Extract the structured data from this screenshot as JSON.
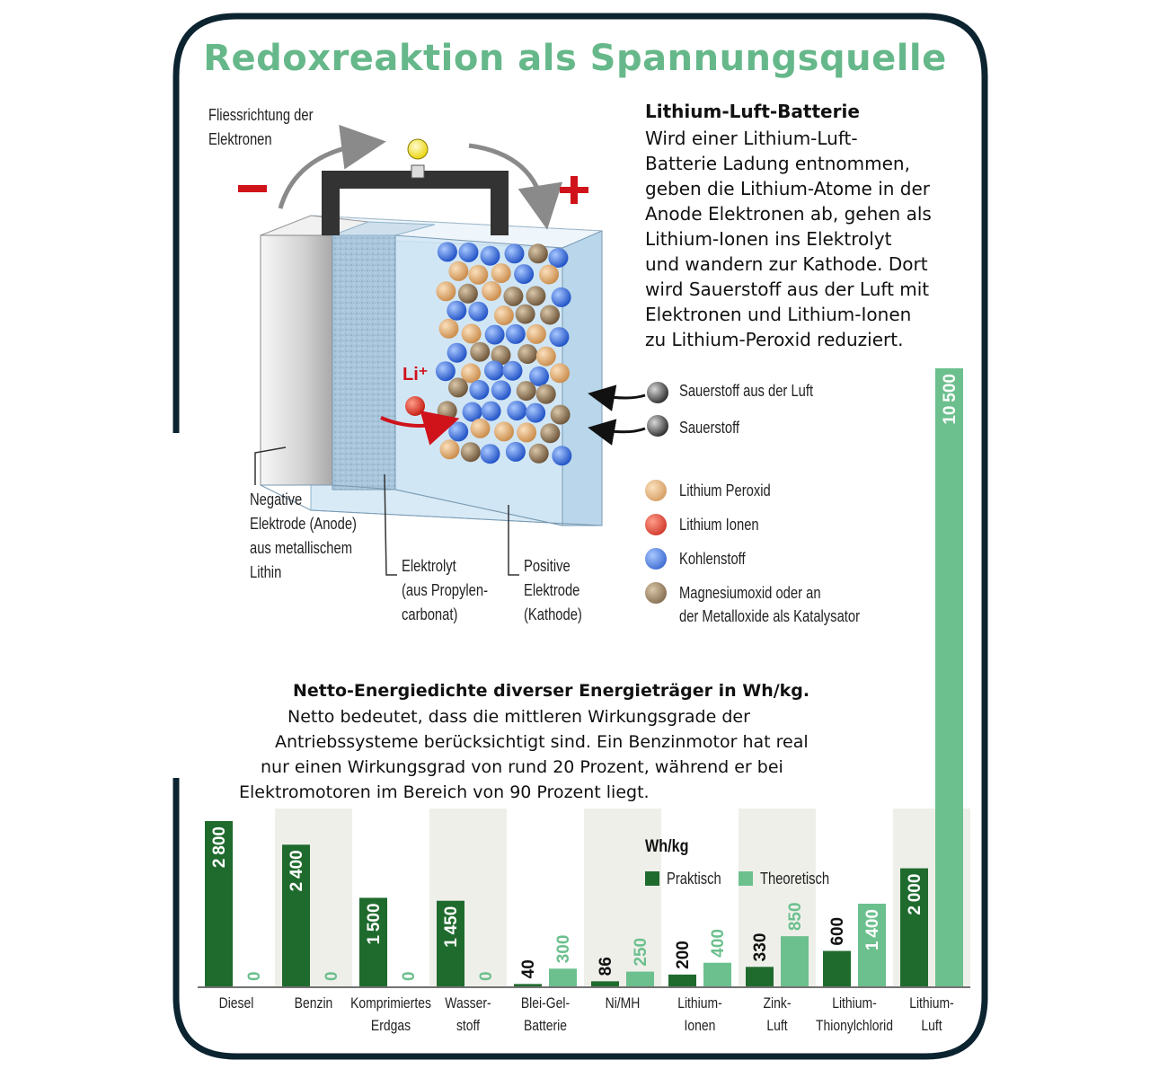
{
  "title": "Redoxreaktion als Spannungsquelle",
  "flow_label": [
    "Fliessrichtung der",
    "Elektronen"
  ],
  "terminals": {
    "minus": "−",
    "plus": "+"
  },
  "li_ion_label": "Li⁺",
  "info": {
    "heading": "Lithium-Luft-Batterie",
    "lines": [
      "Wird einer Lithium-Luft-",
      "Batterie Ladung entnommen,",
      "geben die Lithium-Atome in der",
      "Anode Elektronen ab, gehen als",
      "Lithium-Ionen ins Elektrolyt",
      "und wandern zur Kathode. Dort",
      "wird Sauerstoff aus der Luft mit",
      "Elektronen und Lithium-Ionen",
      "zu Lithium-Peroxid reduziert."
    ]
  },
  "oxygen_labels": [
    "Sauerstoff aus der Luft",
    "Sauerstoff"
  ],
  "callouts": {
    "anode": [
      "Negative",
      "Elektrode (Anode)",
      "aus metallischem",
      "Lithin"
    ],
    "electrolyte": [
      "Elektrolyt",
      "(aus Propylen-",
      "carbonat)"
    ],
    "cathode": [
      "Positive",
      "Elektrode",
      "(Kathode)"
    ]
  },
  "legend": [
    {
      "label": "Lithium Peroxid",
      "color": "#d9a066"
    },
    {
      "label": "Lithium Ionen",
      "color": "#e0301e"
    },
    {
      "label": "Kohlenstoff",
      "color": "#2f62d6"
    },
    {
      "label": "Magnesiumoxid oder an",
      "label2": "der Metalloxide als Katalysator",
      "color": "#8a6a48"
    }
  ],
  "colors": {
    "frame": "#0c2330",
    "title_green": "#66b88a",
    "practical": "#1f6b2e",
    "theoretical": "#6cc08e",
    "minus_red": "#d0121b"
  },
  "chart_heading": "Netto-Energiedichte diverser Energieträger in Wh/kg.",
  "chart_desc": [
    "Netto bedeutet, dass die mittleren Wirkungsgrade der",
    "Antriebssysteme berücksichtigt sind. Ein Benzinmotor hat real",
    "nur einen Wirkungsgrad von rund 20 Prozent, während er bei",
    "Elektromotoren im Bereich von 90 Prozent liegt."
  ],
  "chart_data": {
    "type": "bar",
    "unit_label": "Wh/kg",
    "categories": [
      [
        "Diesel"
      ],
      [
        "Benzin"
      ],
      [
        "Komprimiertes",
        "Erdgas"
      ],
      [
        "Wasser-",
        "stoff"
      ],
      [
        "Blei-Gel-",
        "Batterie"
      ],
      [
        "Ni/MH"
      ],
      [
        "Lithium-",
        "Ionen"
      ],
      [
        "Zink-",
        "Luft"
      ],
      [
        "Lithium-",
        "Thionylchlorid"
      ],
      [
        "Lithium-",
        "Luft"
      ]
    ],
    "series": [
      {
        "name": "Praktisch",
        "values": [
          2800,
          2400,
          1500,
          1450,
          40,
          86,
          200,
          330,
          600,
          2000
        ]
      },
      {
        "name": "Theoretisch",
        "values": [
          0,
          0,
          0,
          0,
          300,
          250,
          400,
          850,
          1400,
          10500
        ]
      }
    ]
  }
}
